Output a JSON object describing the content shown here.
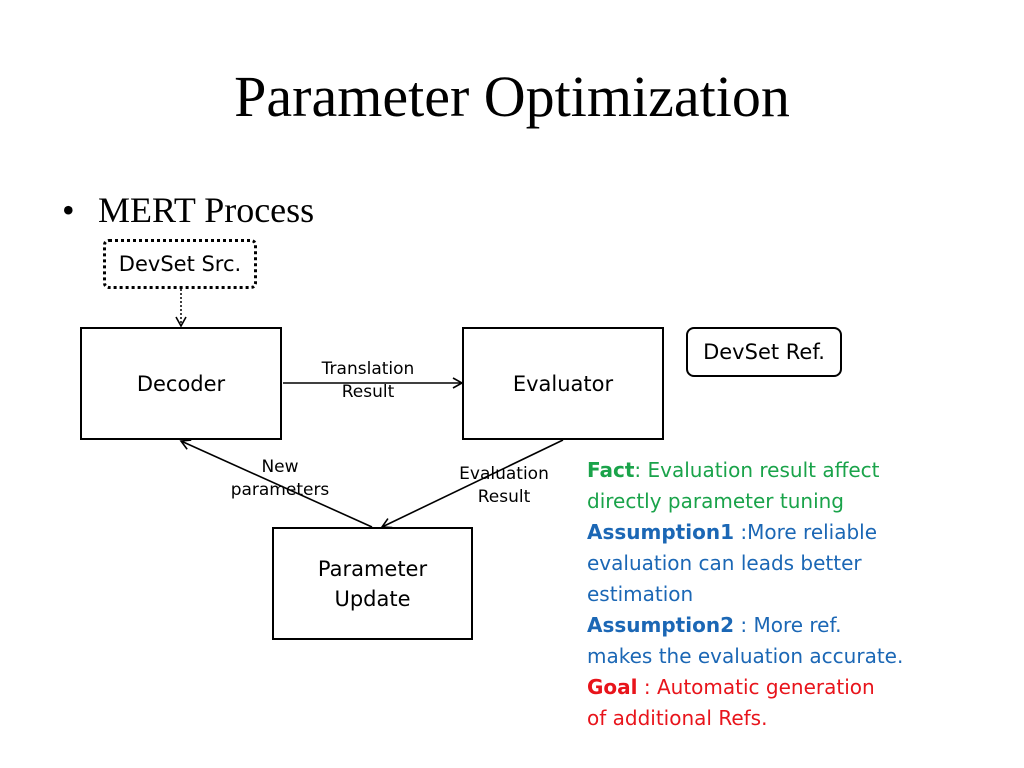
{
  "slide": {
    "title": "Parameter Optimization",
    "bullet": "MERT Process"
  },
  "diagram": {
    "nodes": {
      "devset_src": "DevSet Src.",
      "decoder": "Decoder",
      "evaluator": "Evaluator",
      "devset_ref": "DevSet Ref.",
      "parameter_update_line1": "Parameter",
      "parameter_update_line2": "Update"
    },
    "edges": {
      "translation_line1": "Translation",
      "translation_line2": "Result",
      "new_params_line1": "New",
      "new_params_line2": "parameters",
      "eval_line1": "Evaluation",
      "eval_line2": "Result"
    }
  },
  "notes": {
    "fact_label": "Fact",
    "fact_text_1": ": Evaluation result affect",
    "fact_text_2": "directly parameter tuning",
    "a1_label": "Assumption1",
    "a1_text_1": " :More reliable",
    "a1_text_2": "evaluation can leads better",
    "a1_text_3": "estimation",
    "a2_label": "Assumption2",
    "a2_text_1": " : More ref.",
    "a2_text_2": "makes the evaluation accurate.",
    "goal_label": "Goal",
    "goal_text_1": " : Automatic generation",
    "goal_text_2": "of additional Refs."
  },
  "colors": {
    "fact": "#1aa34a",
    "assumption": "#1b67b5",
    "goal": "#e8141b"
  }
}
